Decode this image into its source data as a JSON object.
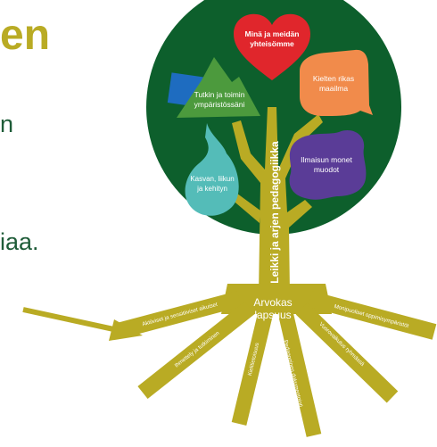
{
  "left_text": {
    "heading_fragment": "en",
    "line_fragment_1": "n",
    "line_fragment_2": "iaa."
  },
  "tree": {
    "crown_color": "#0d5f2c",
    "trunk_color": "#b9ab24",
    "arrow_color": "#b9ab24",
    "leaves": [
      {
        "line1": "Minä ja meidän",
        "line2": "yhteisömme",
        "color": "#e0262c",
        "shape": "heart"
      },
      {
        "line1": "Kielten rikas",
        "line2": "maailma",
        "color": "#f18b4b",
        "shape": "speech-bubble"
      },
      {
        "line1": "Tutkin ja toimin",
        "line2": "ympäristössäni",
        "color": "#4c9a3d",
        "shape": "mountain"
      },
      {
        "line1": "Ilmaisun monet",
        "line2": "muodot",
        "color": "#5a3c97",
        "shape": "blob"
      },
      {
        "line1": "Kasvan, liikun",
        "line2": "ja kehityn",
        "color": "#54bcb8",
        "shape": "drop"
      }
    ],
    "trunk_label": "Leikki ja arjen pedagogiikka",
    "root_center": {
      "line1": "Arvokas",
      "line2": "lapsuus"
    },
    "roots": [
      "Aktiiviset ja sensitiiviset aikuiset",
      "Ihmettely ja tutkiminen",
      "Kielitietoisuus",
      "Pedagoginen dokumentointi",
      "Vuorovaikutus ryhmässä",
      "Monipuoliset oppimisympäristöt"
    ]
  }
}
